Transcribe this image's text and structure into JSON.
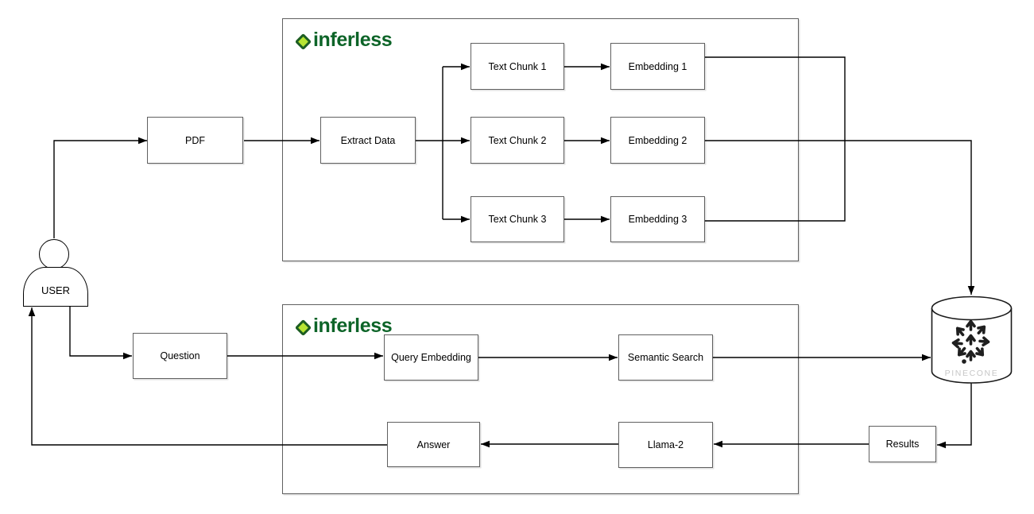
{
  "logo": {
    "text": "inferless"
  },
  "user": {
    "label": "USER"
  },
  "pinecone": {
    "label": "PINECONE"
  },
  "nodes": {
    "pdf": "PDF",
    "extract_data": "Extract Data",
    "text_chunk_1": "Text Chunk 1",
    "text_chunk_2": "Text Chunk 2",
    "text_chunk_3": "Text Chunk 3",
    "embedding_1": "Embedding 1",
    "embedding_2": "Embedding 2",
    "embedding_3": "Embedding 3",
    "question": "Question",
    "query_embedding": "Query Embedding",
    "semantic_search": "Semantic Search",
    "answer": "Answer",
    "llama_2": "Llama-2",
    "results": "Results"
  },
  "colors": {
    "line": "#000000",
    "box_border": "#606060",
    "logo_green": "#0d6428",
    "diamond_fill": "#b7e533",
    "diamond_stroke": "#1d5e23",
    "pinecone_text": "#c6c6c6"
  }
}
